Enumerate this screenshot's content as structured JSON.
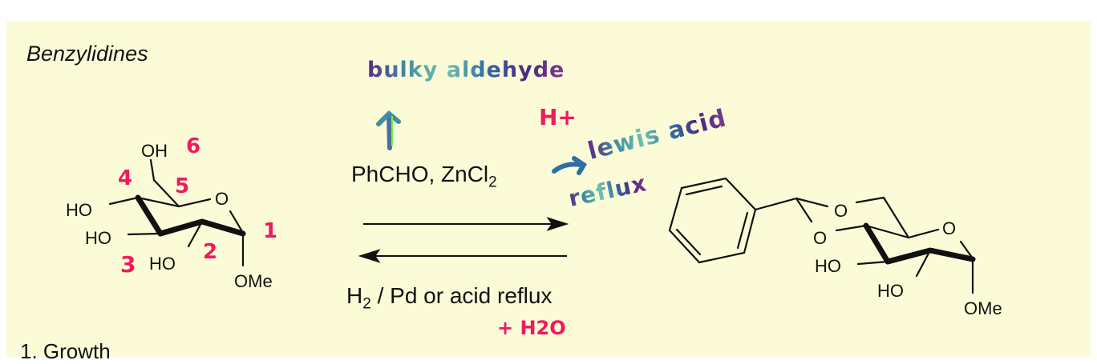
{
  "title": "Benzylidines",
  "reagents_forward": {
    "main": "PhCHO, ZnCl",
    "subscript": "2"
  },
  "reagents_reverse": {
    "pre": "H",
    "subscript": "2",
    "post": " / Pd or acid reflux"
  },
  "starting_material": {
    "labels": {
      "oh6": "OH",
      "ring_o": "O",
      "ho4": "HO",
      "ho3": "HO",
      "ho2": "HO",
      "ome": "OMe"
    },
    "carbon_numbers": [
      "1",
      "2",
      "3",
      "4",
      "5",
      "6"
    ]
  },
  "product": {
    "labels": {
      "acetal_o1": "O",
      "acetal_o2": "O",
      "ring_o": "O",
      "ho3": "HO",
      "ho2": "HO",
      "ome": "OMe"
    }
  },
  "annotations": {
    "bulky": "bulky aldehyde",
    "h_plus": "H+",
    "lewis_acid": "lewis acid",
    "reflux": "reflux",
    "plus_water": "+ H2O"
  },
  "next_section": "1. Growth",
  "colors": {
    "background": "#fcfbd8",
    "annotation_pink": "#f01a5c",
    "annotation_purple": "#5b2a86",
    "annotation_teal": "#3f8fa3"
  }
}
